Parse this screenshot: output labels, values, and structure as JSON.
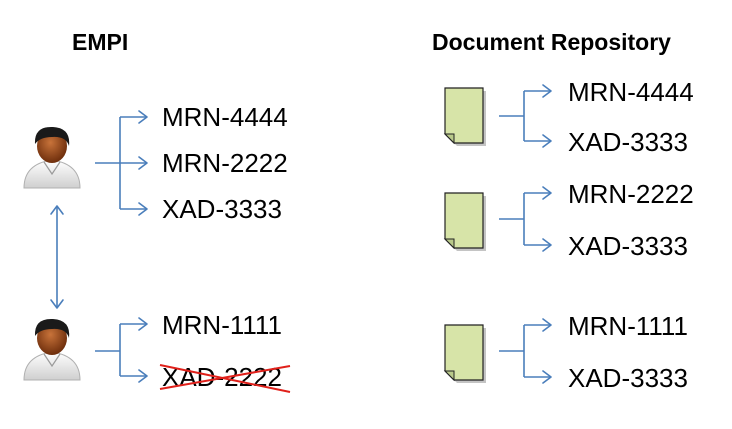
{
  "colors": {
    "connector": "#4a7ebb",
    "document_fill": "#d7e4a8",
    "strike": "#e0201a",
    "person_skin": "#9a4a1a",
    "person_hair": "#1a1a1a",
    "person_shirt": "#e8e8e8"
  },
  "empi": {
    "title": "EMPI",
    "patients": [
      {
        "icon": "person-icon",
        "identifiers": [
          {
            "label": "MRN-4444",
            "struck": false
          },
          {
            "label": "MRN-2222",
            "struck": false
          },
          {
            "label": "XAD-3333",
            "struck": false
          }
        ]
      },
      {
        "icon": "person-icon",
        "identifiers": [
          {
            "label": "MRN-1111",
            "struck": false
          },
          {
            "label": "XAD-2222",
            "struck": true
          }
        ]
      }
    ],
    "link_icon": "double-arrow-icon"
  },
  "repository": {
    "title": "Document Repository",
    "documents": [
      {
        "icon": "document-icon",
        "identifiers": [
          "MRN-4444",
          "XAD-3333"
        ]
      },
      {
        "icon": "document-icon",
        "identifiers": [
          "MRN-2222",
          "XAD-3333"
        ]
      },
      {
        "icon": "document-icon",
        "identifiers": [
          "MRN-1111",
          "XAD-3333"
        ]
      }
    ]
  }
}
